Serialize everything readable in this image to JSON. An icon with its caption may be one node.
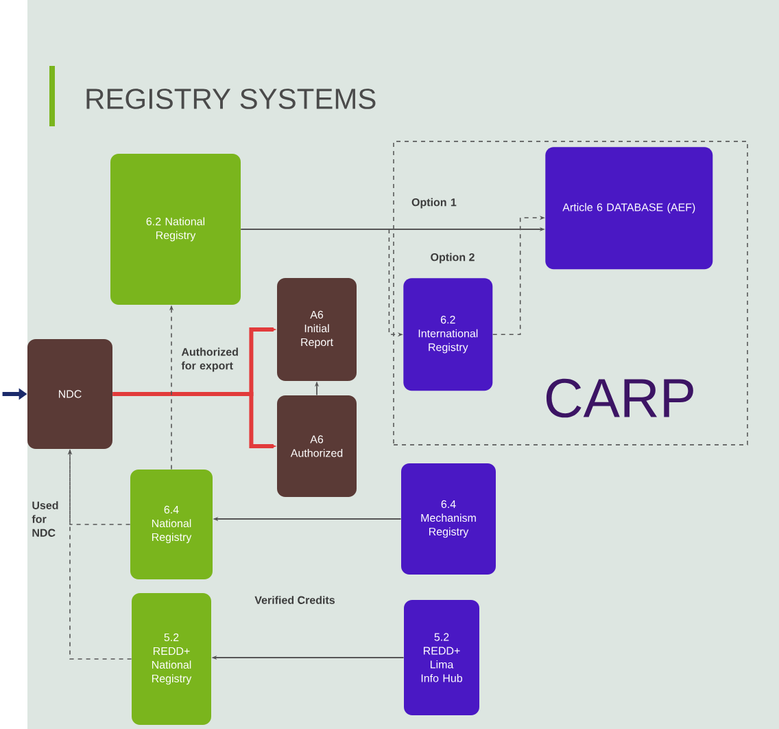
{
  "diagram": {
    "title": "REGISTRY SYSTEMS",
    "nodes": [
      {
        "text": [
          "CARP"
        ]
      },
      {
        "text": [
          "6.2 National Registry"
        ]
      },
      {
        "text": [
          "Article 6 DATABASE (AEF)"
        ],
        "in": 0
      },
      {
        "text": [
          "6.2 International Registry"
        ],
        "in": 0
      },
      {
        "text": [
          "NDC"
        ]
      },
      {
        "text": [
          "A6 Initial Report"
        ]
      },
      {
        "text": [
          "A6 Authorized"
        ]
      },
      {
        "text": [
          "6.4 National Registry"
        ]
      },
      {
        "text": [
          "6.4 Mechanism Registry"
        ]
      },
      {
        "text": [
          "5.2 REDD+ National Registry"
        ]
      },
      {
        "text": [
          "5.2 REDD+ Lima Info Hub"
        ]
      }
    ],
    "edges": [
      {
        "from": 1,
        "to": 2,
        "arrow": "to",
        "label": "Option 1"
      },
      {
        "from": 1,
        "to": 3,
        "arrow": "to",
        "style": "dashed"
      },
      {
        "from": 3,
        "to": 2,
        "arrow": "to",
        "style": "dashed"
      },
      {
        "from": 4,
        "to": 5,
        "arrow": "to",
        "style": "thick",
        "color": "#e23b3b"
      },
      {
        "from": 4,
        "to": 6,
        "arrow": "to",
        "style": "thick",
        "color": "#e23b3b"
      },
      {
        "from": 6,
        "to": 5,
        "arrow": "to"
      },
      {
        "from": 7,
        "to": 1,
        "arrow": "to",
        "style": "dashed",
        "label": "Authorized for export"
      },
      {
        "from": 7,
        "to": 4,
        "arrow": "to",
        "style": "dashed",
        "label": "Used for NDC"
      },
      {
        "from": 9,
        "to": 4,
        "arrow": "to",
        "style": "dashed"
      },
      {
        "from": 8,
        "to": 7,
        "arrow": "to"
      },
      {
        "from": 10,
        "to": 9,
        "arrow": "to"
      },
      {
        "from": null,
        "to": 4,
        "arrow": "to",
        "style": "thick",
        "color": "#1b2a6b"
      }
    ],
    "labels": [
      "Option 2",
      "Verified Credits"
    ]
  }
}
